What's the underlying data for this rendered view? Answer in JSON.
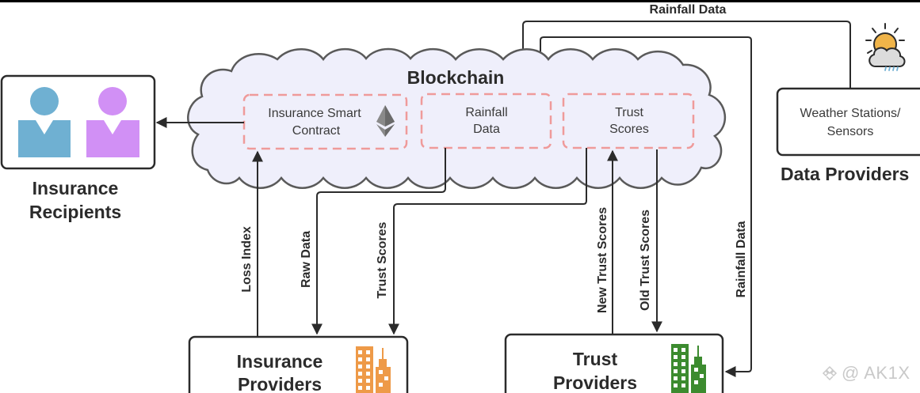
{
  "blockchain": {
    "title": "Blockchain",
    "components": {
      "smart_contract": {
        "line1": "Insurance Smart",
        "line2": "Contract",
        "icon": "ethereum-icon"
      },
      "rainfall_data": {
        "line1": "Rainfall",
        "line2": "Data"
      },
      "trust_scores": {
        "line1": "Trust",
        "line2": "Scores"
      }
    }
  },
  "recipients": {
    "label_line1": "Insurance",
    "label_line2": "Recipients",
    "icons": [
      "person-icon-blue",
      "person-icon-purple"
    ]
  },
  "data_providers": {
    "box_line1": "Weather Stations/",
    "box_line2": "Sensors",
    "label": "Data Providers",
    "icon": "weather-sun-rain-icon"
  },
  "insurance_providers": {
    "label_line1": "Insurance",
    "label_line2": "Providers",
    "icon": "buildings-icon-orange"
  },
  "trust_providers": {
    "label_line1": "Trust",
    "label_line2": "Providers",
    "icon": "buildings-icon-green"
  },
  "edges": {
    "rainfall_top": "Rainfall Data",
    "loss_index": "Loss Index",
    "raw_data": "Raw Data",
    "trust_scores": "Trust Scores",
    "new_trust_scores": "New Trust Scores",
    "old_trust_scores": "Old Trust Scores",
    "rainfall_right": "Rainfall Data"
  },
  "colors": {
    "cloud_fill": "#efeffb",
    "dashed_box": "#ef9a9a",
    "person_blue": "#6fb0d2",
    "person_purple": "#d190f5",
    "building_orange": "#ee9a48",
    "building_green": "#3c8b2f",
    "sun": "#f0b449"
  },
  "watermark": "@ AK1X"
}
